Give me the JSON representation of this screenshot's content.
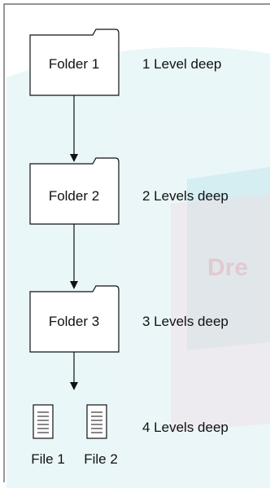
{
  "folders": [
    {
      "label": "Folder 1",
      "depth_label": "1 Level deep"
    },
    {
      "label": "Folder 2",
      "depth_label": "2 Levels deep"
    },
    {
      "label": "Folder 3",
      "depth_label": "3 Levels deep"
    }
  ],
  "files": [
    {
      "label": "File 1"
    },
    {
      "label": "File 2"
    }
  ],
  "files_depth_label": "4 Levels deep",
  "watermark": {
    "text": "Dre"
  },
  "colors": {
    "panel_border": "#555555",
    "line": "#111111",
    "background_tint": "#d9f0f4",
    "watermark_blue": "#8fd5df",
    "watermark_red": "#c98a98"
  }
}
